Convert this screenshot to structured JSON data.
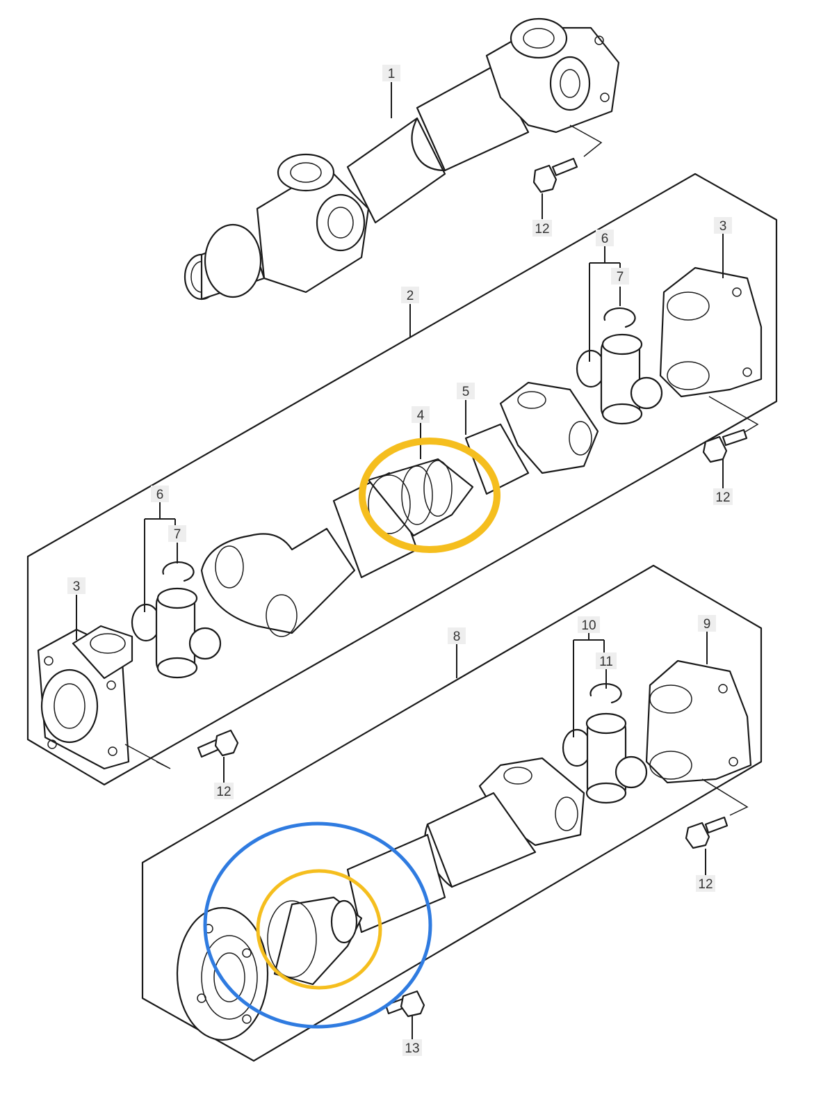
{
  "callouts": {
    "c1": "1",
    "c2": "2",
    "c3a": "3",
    "c3b": "3",
    "c4": "4",
    "c5": "5",
    "c6a": "6",
    "c6b": "6",
    "c7a": "7",
    "c7b": "7",
    "c8": "8",
    "c9": "9",
    "c10": "10",
    "c11": "11",
    "c12a": "12",
    "c12b": "12",
    "c12c": "12",
    "c12d": "12",
    "c13": "13"
  },
  "highlight_colors": {
    "yellow": "#F5BE1E",
    "blue": "#2F7BE0"
  }
}
